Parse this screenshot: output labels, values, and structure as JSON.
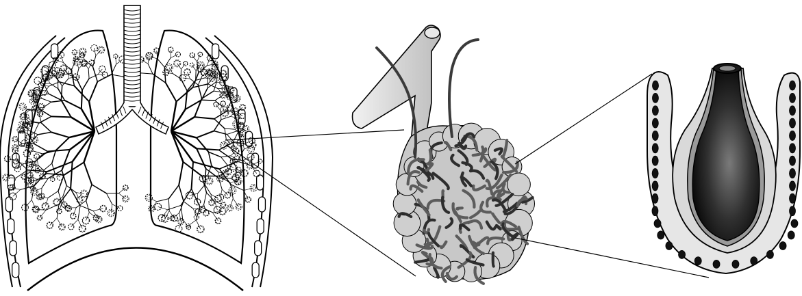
{
  "figure": {
    "panels": [
      "lungs",
      "alveolar-sac-with-capillaries",
      "alveolus-cross-section"
    ],
    "colors": {
      "ink": "#000000",
      "background": "#ffffff",
      "capillary": "#5a5a5a",
      "vessel": "#d9d9d9",
      "sac": "#c8c8c8",
      "alveolus_wall": "#e2e2e2",
      "cell_nucleus": "#111111",
      "lumen_dark": "#0b0b0b",
      "lumen_light": "#6e6e6e"
    },
    "icons": [
      "lungs-icon",
      "trachea-icon",
      "bronchi-icon",
      "ribs-icon",
      "diaphragm-icon",
      "capillary-network-icon",
      "alveolus-icon"
    ]
  }
}
